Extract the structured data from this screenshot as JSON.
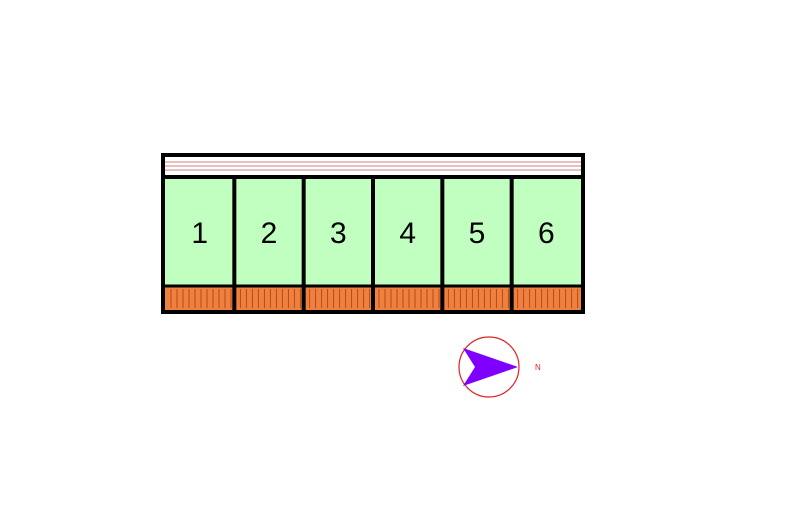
{
  "units": [
    {
      "number": "1"
    },
    {
      "number": "2"
    },
    {
      "number": "3"
    },
    {
      "number": "4"
    },
    {
      "number": "5"
    },
    {
      "number": "6"
    }
  ],
  "compass": {
    "label": "N",
    "ring_color": "#e02020",
    "arrow_color": "#8000ff",
    "label_color": "#e02020"
  },
  "colors": {
    "unit_fill": "#c0ffc0",
    "balcony_fill": "#f08040",
    "corridor_fill": "#ffffff",
    "corridor_stripe": "#d08080",
    "wall": "#000000"
  }
}
